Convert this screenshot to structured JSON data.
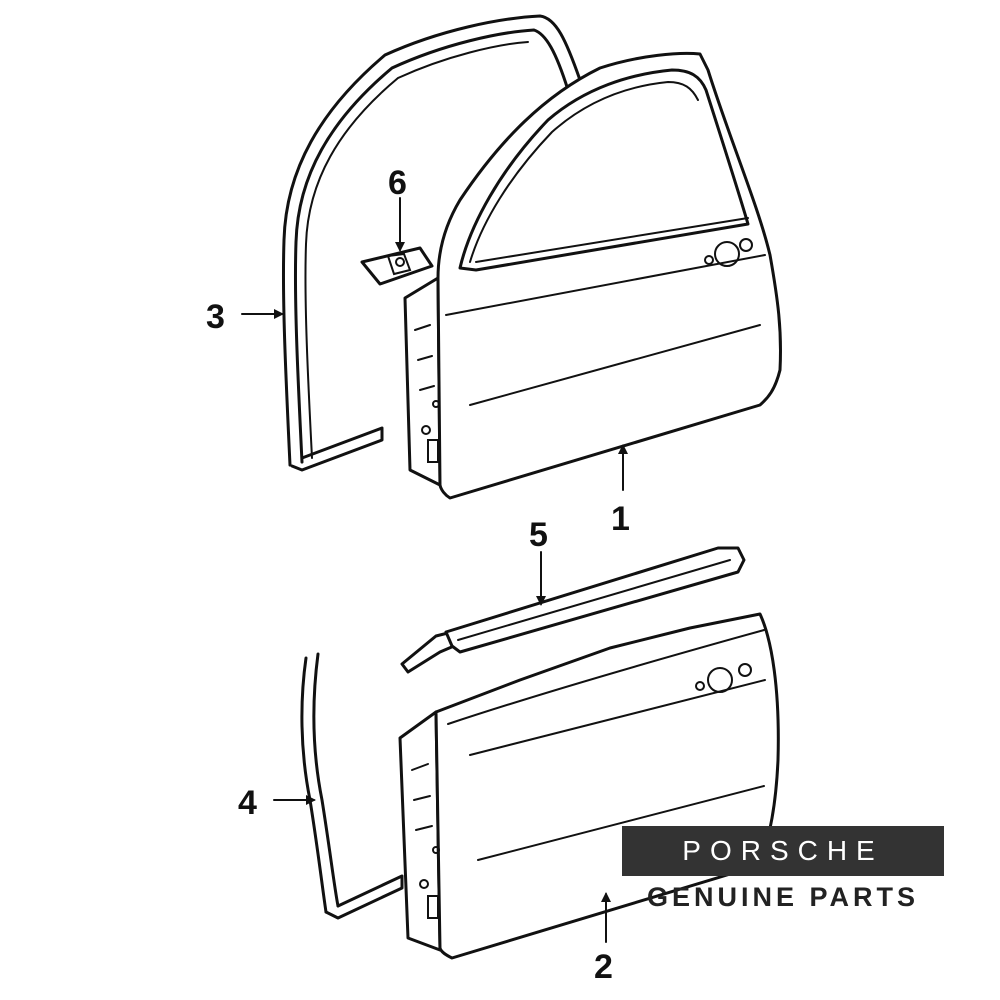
{
  "callouts": {
    "c1": "1",
    "c2": "2",
    "c3": "3",
    "c4": "4",
    "c5": "5",
    "c6": "6"
  },
  "brand": {
    "name": "PORSCHE",
    "tagline": "GENUINE PARTS",
    "bar_color": "#333333"
  }
}
